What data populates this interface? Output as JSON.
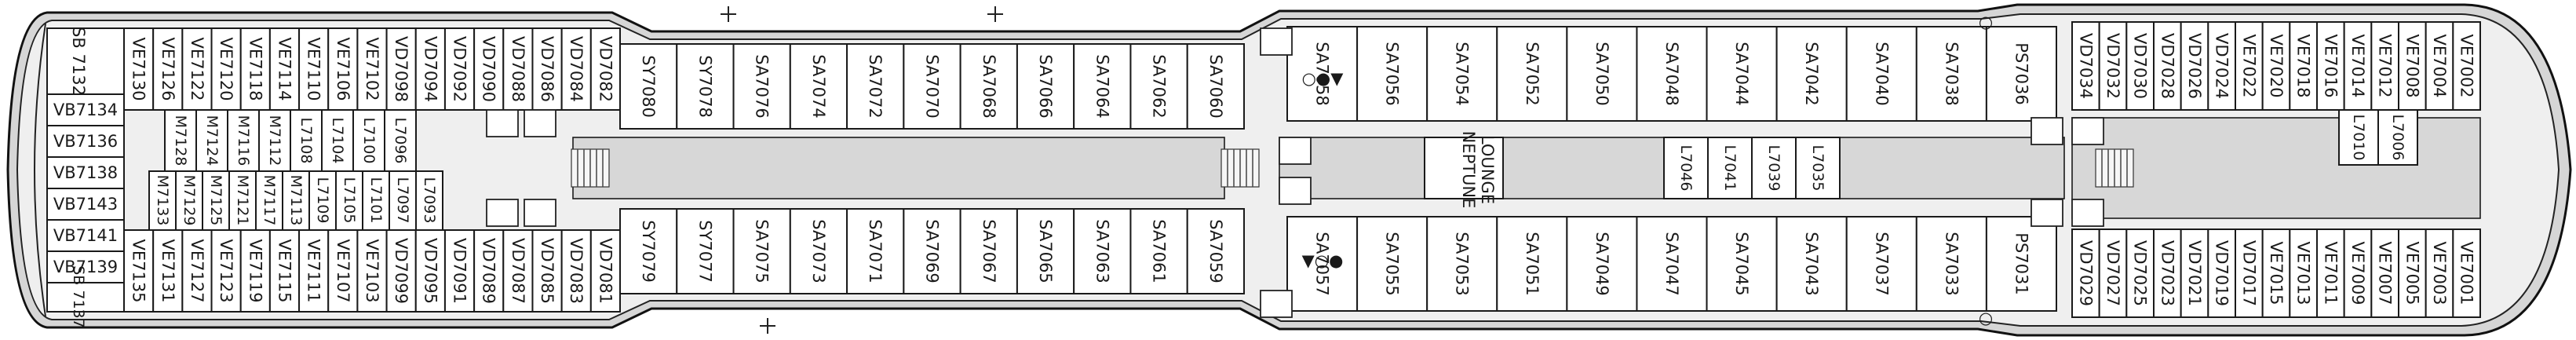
{
  "deck": {
    "cabins_top_aft": [
      "VE7130",
      "VE7126",
      "VE7122",
      "VE7120",
      "VE7118",
      "VE7114",
      "VE7110",
      "VE7106",
      "VE7102",
      "VD7098",
      "VD7094",
      "VD7092",
      "VD7090",
      "VD7088",
      "VD7086",
      "VD7084",
      "VD7082"
    ],
    "cabins_bottom_aft": [
      "VE7135",
      "VE7131",
      "VE7127",
      "VE7123",
      "VE7119",
      "VE7115",
      "VE7111",
      "VE7107",
      "VE7103",
      "VD7099",
      "VD7095",
      "VD7091",
      "VD7089",
      "VD7087",
      "VD7085",
      "VD7083",
      "VD7081"
    ],
    "cabins_top_mid": [
      "SY7080",
      "SY7078",
      "SA7076",
      "SA7074",
      "SA7072",
      "SA7070",
      "SA7068",
      "SA7066",
      "SA7064",
      "SA7062",
      "SA7060"
    ],
    "cabins_bottom_mid": [
      "SY7079",
      "SY7077",
      "SA7075",
      "SA7073",
      "SA7071",
      "SA7069",
      "SA7067",
      "SA7065",
      "SA7063",
      "SA7061",
      "SA7059"
    ],
    "cabins_top_fwd": [
      "SA7058",
      "SA7056",
      "SA7054",
      "SA7052",
      "SA7050",
      "SA7048",
      "SA7044",
      "SA7042",
      "SA7040",
      "SA7038",
      "PS7036"
    ],
    "cabins_bottom_fwd": [
      "SA7057",
      "SA7055",
      "SA7053",
      "SA7051",
      "SA7049",
      "SA7047",
      "SA7045",
      "SA7043",
      "SA7037",
      "SA7033",
      "PS7031"
    ],
    "cabins_top_bow": [
      "VD7034",
      "VD7032",
      "VD7030",
      "VD7028",
      "VD7026",
      "VD7024",
      "VE7022",
      "VE7020",
      "VE7018",
      "VE7016",
      "VE7014",
      "VE7012",
      "VE7008",
      "VE7004",
      "VE7002"
    ],
    "cabins_bottom_bow": [
      "VD7029",
      "VD7027",
      "VD7025",
      "VD7023",
      "VD7021",
      "VD7019",
      "VD7017",
      "VE7015",
      "VE7013",
      "VE7011",
      "VE7009",
      "VE7007",
      "VE7005",
      "VE7003",
      "VE7001"
    ],
    "stern_side": [
      "SB 7132",
      "SB 7137"
    ],
    "stern_balcony": [
      "VB7134",
      "VB7136",
      "VB7138",
      "VB7143",
      "VB7141",
      "VB7139"
    ],
    "interior_top": [
      "M7128",
      "M7124",
      "M7116",
      "M7112",
      "L7108",
      "L7104",
      "L7100",
      "L7096"
    ],
    "interior_bottom": [
      "M7133",
      "M7129",
      "M7125",
      "M7121",
      "M7117",
      "M7113",
      "L7109",
      "L7105",
      "L7101",
      "L7097",
      "L7093"
    ],
    "interior_fwd": [
      "L7046",
      "L7041",
      "L7039",
      "L7035"
    ],
    "interior_bow": [
      "L7010",
      "L7006"
    ],
    "lounge": [
      "NEPTUNE",
      "LOUNGE"
    ],
    "elevator_mark": "E",
    "accessible_marks": [
      "○●▼",
      "▼○●",
      "○",
      "○"
    ]
  },
  "colors": {
    "hull": "#d6d6d6",
    "deck": "#efefef",
    "corridor": "#d7d7d7",
    "ink": "#1a1a1a"
  }
}
